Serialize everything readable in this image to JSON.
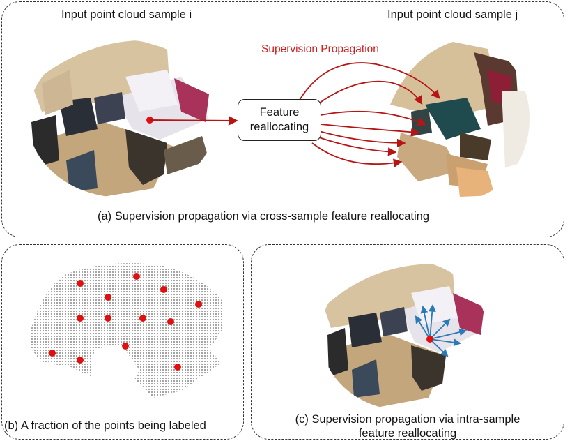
{
  "panel_a": {
    "sample_i_title": "Input point cloud sample i",
    "sample_j_title": "Input point cloud sample j",
    "propagation_label": "Supervision Propagation",
    "box_line1": "Feature",
    "box_line2": "reallocating",
    "caption": "(a) Supervision propagation via cross-sample feature reallocating"
  },
  "panel_b": {
    "caption": "(b) A fraction of the points being labeled"
  },
  "panel_c": {
    "caption_line1": "(c) Supervision propagation via intra-sample",
    "caption_line2": "feature reallocating"
  },
  "colors": {
    "point": "#e01010",
    "arrow_red": "#b51515",
    "arrow_blue": "#2a7ab8"
  }
}
